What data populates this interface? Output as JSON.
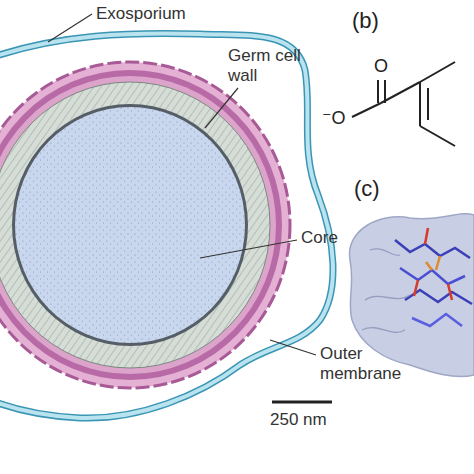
{
  "diagram": {
    "labels": [
      "Exosporium",
      "Germ cell wall",
      "Core",
      "Outer membrane",
      "250 nm",
      "(b)",
      "O",
      "⁻O",
      "(c)"
    ]
  }
}
